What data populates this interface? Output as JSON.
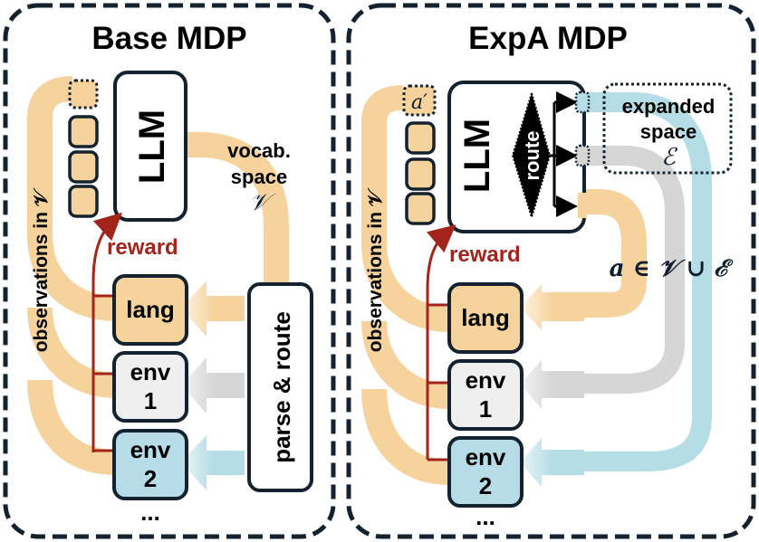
{
  "colors": {
    "frame": "#14222f",
    "orange": "#f6d39c",
    "gray": "#d6d6d6",
    "blue": "#b5dde6",
    "env1_fill": "#efefef",
    "env2_fill": "#b6dde7",
    "lang_fill": "#f6d39c",
    "reward": "#a3241a"
  },
  "base": {
    "title": "Base MDP",
    "llm_label": "LLM",
    "vocab_label_line1": "vocab.",
    "vocab_label_line2": "space",
    "vocab_symbol": "𝒱",
    "observations_label": "observations in 𝒱",
    "reward_label": "reward",
    "parse_route_label": "parse & route",
    "modules": [
      {
        "label_line1": "lang",
        "label_line2": ""
      },
      {
        "label_line1": "env",
        "label_line2": "1"
      },
      {
        "label_line1": "env",
        "label_line2": "2"
      }
    ],
    "ellipsis": "..."
  },
  "expa": {
    "title": "ExpA MDP",
    "llm_label": "LLM",
    "route_label": "route",
    "a_prime_label": "a′",
    "expanded_line1": "expanded",
    "expanded_line2": "space",
    "expanded_symbol": "ℰ",
    "action_label": "a ∈ 𝒱 ∪ ℰ",
    "observations_label": "observations in 𝒱",
    "reward_label": "reward",
    "modules": [
      {
        "label_line1": "lang",
        "label_line2": ""
      },
      {
        "label_line1": "env",
        "label_line2": "1"
      },
      {
        "label_line1": "env",
        "label_line2": "2"
      }
    ],
    "ellipsis": "..."
  }
}
